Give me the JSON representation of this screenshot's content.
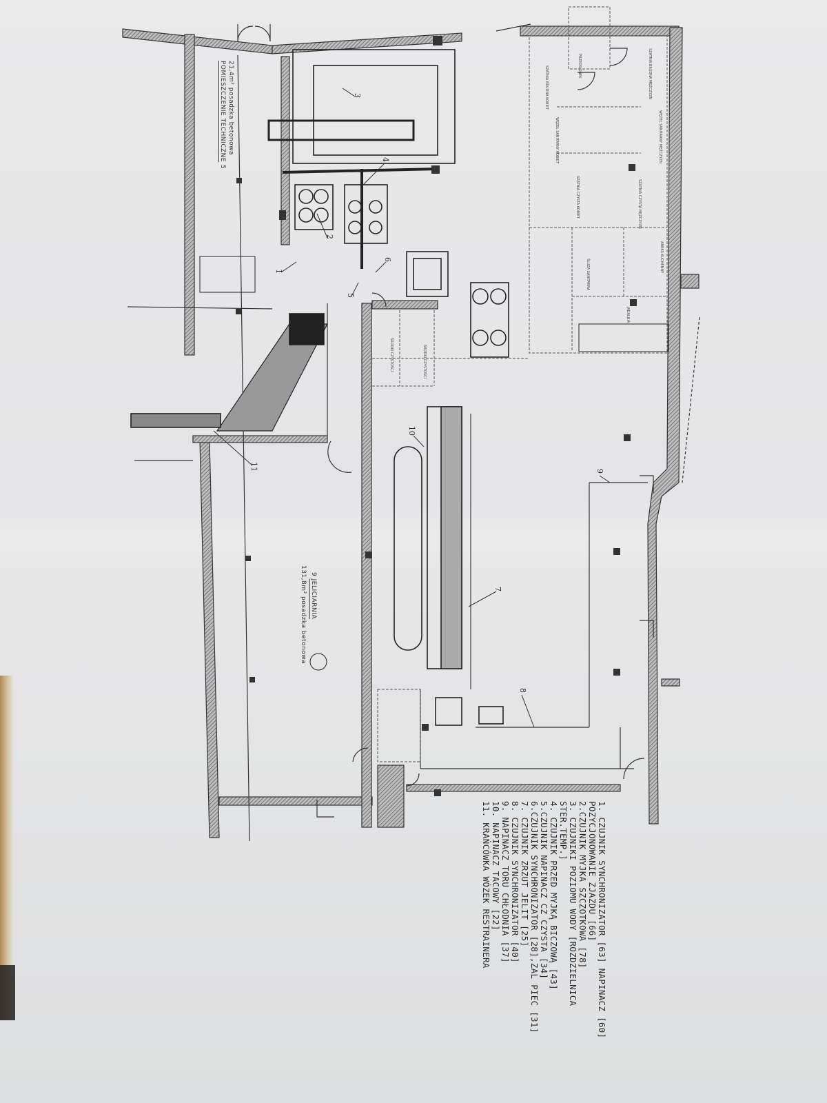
{
  "rooms": {
    "technical": {
      "number": "5",
      "name": "POMIESZCZENIE TECHNICZNE",
      "area": "21,4m²",
      "floor": "posadzka betonowa"
    },
    "gut_room": {
      "number": "9",
      "name": "JELICIARNIA",
      "area": "131,8m²",
      "floor": "posadzka betonowa"
    },
    "vestibule": "PRZEDSIONEK",
    "dirty_changing_women": "SZATNIA BRUDNA KOBIET",
    "dirty_changing_men": "SZATNIA BRUDNA MĘŻCZYZN",
    "sanitary_women": "WĘZEŁ SANITARNY KOBIET",
    "sanitary_men": "WĘZEŁ SANITARNY MĘŻCZYZN",
    "clean_changing_women": "SZATNIA CZYSTA KOBIET",
    "clean_changing_men": "SZATNIA CZYSTA MĘŻCZYZN",
    "sanitary_lock": "ŚLUZA SANITARNA",
    "kitchenette": "ANEKS KUCHENNY",
    "dining": "JADALNIA",
    "cleaning_1": "ŚRODKI CZYSTOŚCI",
    "cleaning_2": "ŚRODKI CZYSTOŚCI"
  },
  "markers": [
    "1",
    "2",
    "3",
    "4",
    "5",
    "6",
    "7",
    "8",
    "9",
    "10",
    "11"
  ],
  "legend": [
    "1. CZUJNIK SYNCHRONIZATOR [63] NAPINACZ [60]",
    "POZYCJONOWANIE ZJAZDU [66]",
    "2.CZUJNIK MYJKA SZCZOTKOWA [78]",
    "3. CZUJNIKI POZIOMU WODY [ROZDZIELNICA",
    "STER.TEMP.]",
    "4. CZUJNIK PRZED MYJKĄ BICZOWĄ [43]",
    "5.CZUJNIK NAPINACZ CZ CZYSTA [34]",
    "6.CZUJNIK SYNCHRONIZATOR [28],ZAL PIEC  [31]",
    "7. CZUJNIK ZRZUT JELIT [25]",
    "8. CZUJNIK SYNCHRONIZATOR [40]",
    "9. NAPINACZ TORU CHŁODNIA [37]",
    "10. NAPINACZ TACOWY [22]",
    "11. KRAŃCÓWKA WÓZEK RESTRAINERA"
  ],
  "colors": {
    "paper": "#e6e6e7",
    "ink": "#2a2a2a",
    "wall_hatch": "#7a7a7a"
  }
}
